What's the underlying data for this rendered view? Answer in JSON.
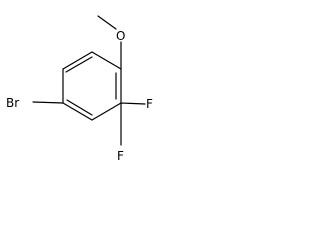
{
  "molecule": {
    "atoms": {
      "bromine": "Br",
      "oxygen": "O",
      "fluorine_1": "F",
      "fluorine_2": "F"
    }
  },
  "colors": {
    "bond": "#000000",
    "label": "#000000",
    "background": "#ffffff"
  }
}
